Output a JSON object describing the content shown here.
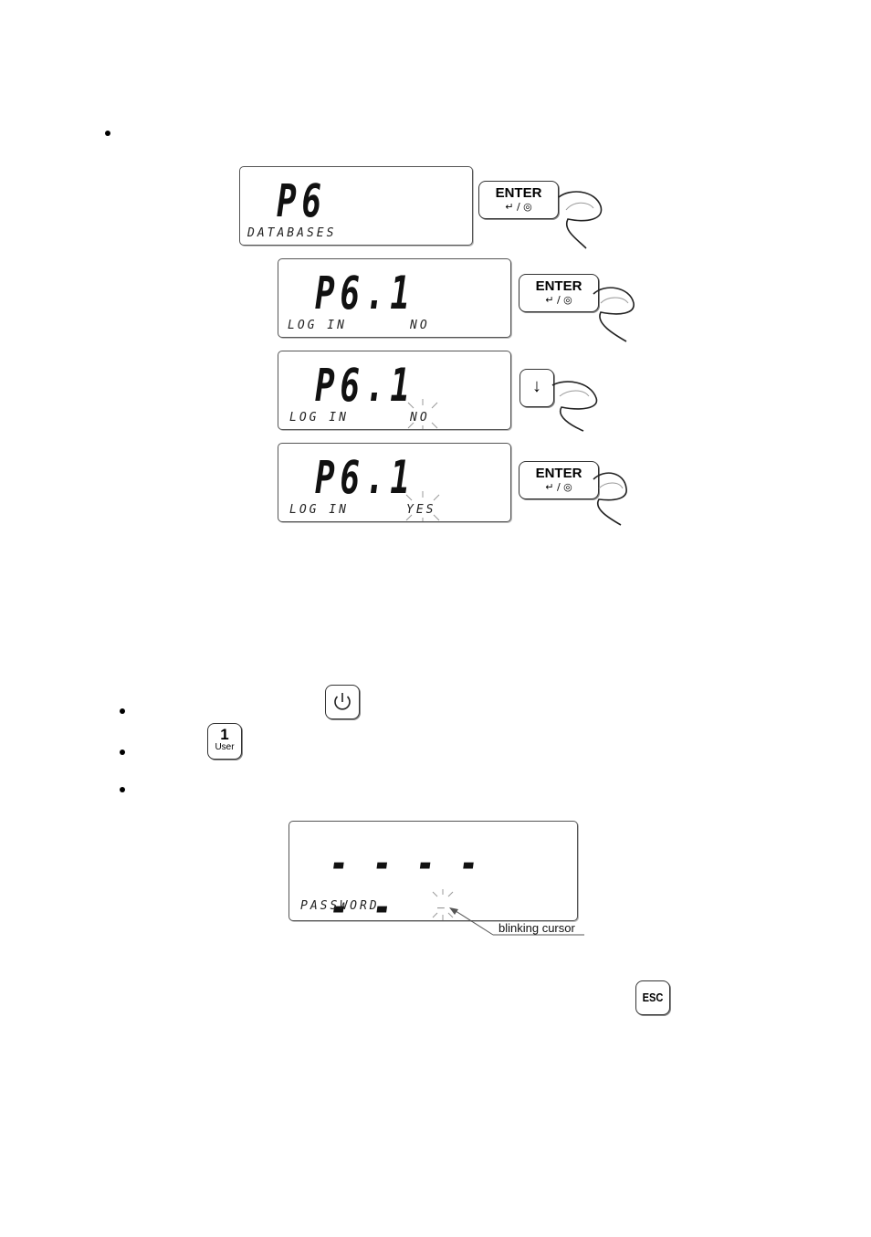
{
  "displays": {
    "p6": {
      "main": "P6",
      "sub": "DATABASES"
    },
    "p61_a": {
      "main": "P6.1",
      "label": "LOG IN",
      "value": "NO"
    },
    "p61_b": {
      "main": "P6.1",
      "label": "LOG IN",
      "value": "NO"
    },
    "p61_c": {
      "main": "P6.1",
      "label": "LOG IN",
      "value": "YES"
    },
    "password": {
      "main": "- - - - - -",
      "label": "PASSWORD",
      "cursor": "_",
      "caption": "blinking cursor"
    }
  },
  "keys": {
    "enter_label": "ENTER",
    "enter_sub": "↵ / ◎",
    "down_glyph": "↓",
    "one_main": "1",
    "one_sub": "User",
    "esc_label": "ESC"
  }
}
